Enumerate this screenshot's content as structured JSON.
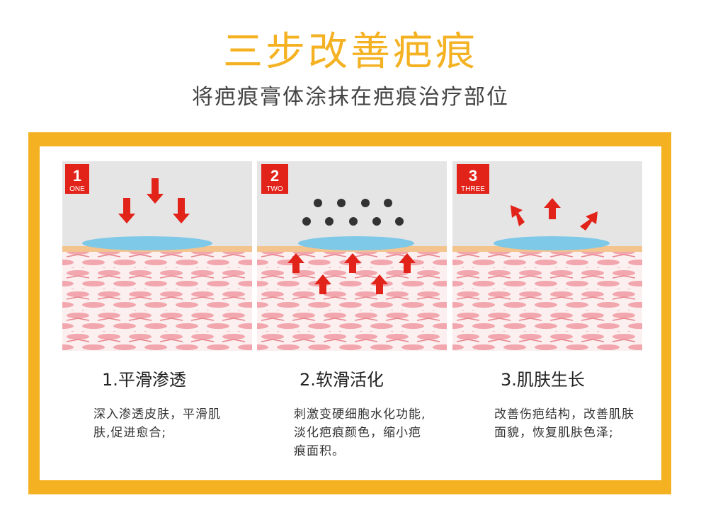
{
  "header": {
    "title": "三步改善疤痕",
    "subtitle": "将疤痕膏体涂抹在疤痕治疗部位"
  },
  "colors": {
    "accent": "#f4b223",
    "badge": "#e2231a",
    "arrow": "#e2231a",
    "gel": "#7ec8e8",
    "skin_top": "#f3c48e",
    "skin_cells": "#f2a6ad"
  },
  "steps": [
    {
      "badge_number": "1",
      "badge_word": "ONE",
      "title": "1.平滑渗透",
      "description": "深入渗透皮肤，平滑肌肤,促进愈合;"
    },
    {
      "badge_number": "2",
      "badge_word": "TWO",
      "title": "2.软滑活化",
      "description": "刺激变硬细胞水化功能,淡化疤痕颜色，缩小疤痕面积。"
    },
    {
      "badge_number": "3",
      "badge_word": "THREE",
      "title": "3.肌肤生长",
      "description": "改善伤疤结构，改善肌肤面貌，恢复肌肤色泽;"
    }
  ]
}
